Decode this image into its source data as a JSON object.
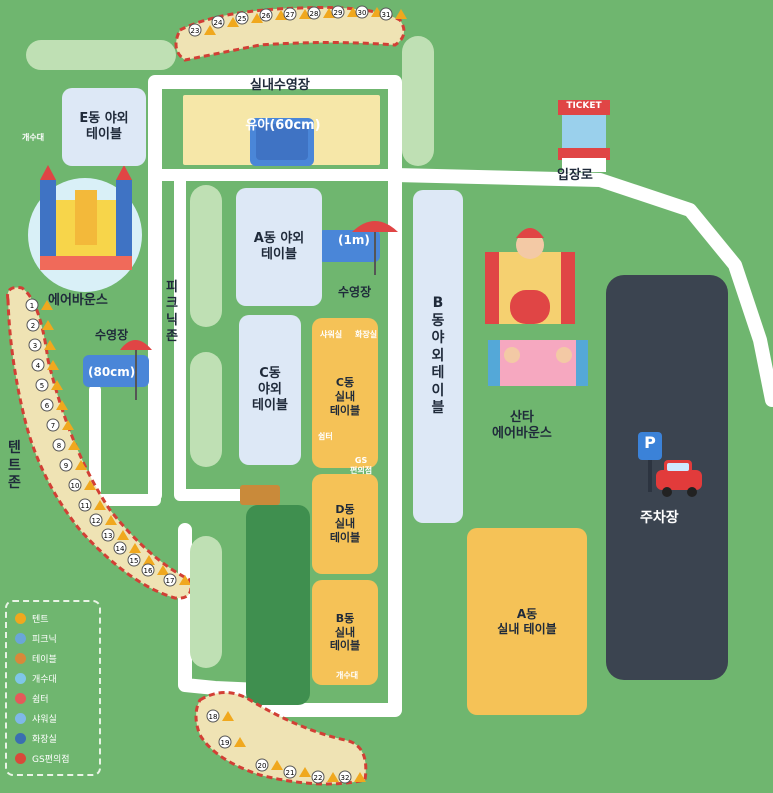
{
  "labels": {
    "indoor_pool": "실내수영장",
    "kids_pool": "유아(60cm)",
    "ticket": "TICKET",
    "entrance": "입장로",
    "e_table": "E동 야외\n테이블",
    "water_station_top": "개수대",
    "air_bounce": "에어바운스",
    "pool_left_label": "수영장",
    "pool_left_depth": "(80cm)",
    "picnic_zone": "피\n크\n닉\n존",
    "tent_zone": "텐\n트\n존",
    "a_table": "A동 야외\n테이블",
    "pool_mid_depth": "(1m)",
    "pool_mid_label": "수영장",
    "c_outdoor": "C동\n야외\n테이블",
    "b_outdoor": "B\n동\n야\n외\n테\n이\n블",
    "santa_bounce": "산타\n에어바운스",
    "c_indoor": "C동\n실내\n테이블",
    "d_indoor": "D동\n실내\n테이블",
    "b_indoor": "B동\n실내\n테이블",
    "a_indoor": "A동\n실내 테이블",
    "parking": "주차장",
    "parking_letter": "P",
    "shower_room": "샤워실",
    "toilet": "화장실",
    "shelter": "쉼터",
    "gs_store": "GS\n편의점",
    "water_station_bottom": "개수대"
  },
  "legend": [
    {
      "icon": "tent-icon",
      "label": "텐트",
      "color": "#f0a81e"
    },
    {
      "icon": "picnic-icon",
      "label": "피크닉",
      "color": "#6aa6d8"
    },
    {
      "icon": "table-icon",
      "label": "테이블",
      "color": "#d8893a"
    },
    {
      "icon": "water-station-icon",
      "label": "개수대",
      "color": "#7fc6e8"
    },
    {
      "icon": "shelter-icon",
      "label": "쉼터",
      "color": "#e45a5a"
    },
    {
      "icon": "shower-icon",
      "label": "샤워실",
      "color": "#7fb8e8"
    },
    {
      "icon": "toilet-icon",
      "label": "화장실",
      "color": "#3a6fb0"
    },
    {
      "icon": "gs-store-icon",
      "label": "GS편의점",
      "color": "#d84a3a"
    }
  ],
  "tent_numbers_left": [
    "1",
    "2",
    "3",
    "4",
    "5",
    "6",
    "7",
    "8",
    "9",
    "10",
    "11",
    "12",
    "13",
    "14",
    "15",
    "16",
    "17"
  ],
  "tent_numbers_top": [
    "23",
    "24",
    "25",
    "26",
    "27",
    "28",
    "29",
    "30",
    "31"
  ],
  "tent_numbers_bottom": [
    "18",
    "19",
    "20",
    "21",
    "22",
    "32"
  ],
  "colors": {
    "grass": "#6fb66f",
    "road": "#ffffff",
    "building_blue": "#dde8f6",
    "building_orange": "#f5c257",
    "parking": "#3b4450",
    "tent_border": "#d23f35",
    "tent_fill": "#efe3b4"
  }
}
